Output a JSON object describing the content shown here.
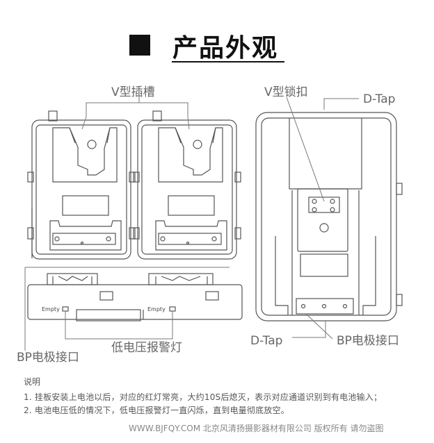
{
  "header": {
    "title": "产品外观"
  },
  "labels": {
    "v_slot": "V型插槽",
    "v_lock": "V型锁扣",
    "d_tap_top": "D-Tap",
    "d_tap_bottom": "D-Tap",
    "bp_left": "BP电极接口",
    "bp_right": "BP电极接口",
    "low_voltage": "低电压报警灯",
    "empty_left": "Empty",
    "empty_right": "Empty"
  },
  "notes": {
    "title": "说明",
    "items": [
      "1. 挂板安装上电池以后，对应的红灯常亮，大约10S后熄灭，表示对应通道识别到有电池输入；",
      "2. 电池电压低的情况下，低电压报警灯一直闪烁，直到电量彻底放空。"
    ]
  },
  "watermark": "WWW.BJFQY.COM 北京风清扬摄影器材有限公司 版权所有 请勿盗图"
}
